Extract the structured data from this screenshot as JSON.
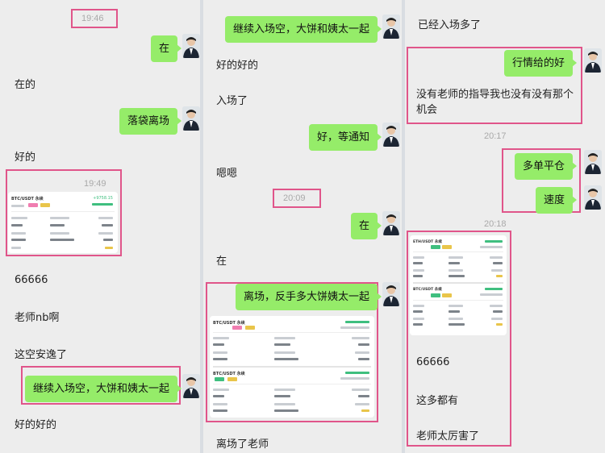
{
  "colors": {
    "highlight": "#e0558a",
    "bubble_sent": "#95ec69",
    "bubble_received": "#ffffff",
    "background": "#ededed"
  },
  "col1": {
    "time1": "19:46",
    "msg_zai": "在",
    "msg_zaide": "在的",
    "msg_luodai": "落袋离场",
    "msg_haode": "好的",
    "time2": "19:49",
    "card": {
      "pair": "BTC/USDT 永续",
      "pnl": "+9758.15"
    },
    "msg_66666": "66666",
    "msg_nb": "老师nb啊",
    "msg_kong": "这空安逸了",
    "msg_jixu": "继续入场空，大饼和姨太一起",
    "msg_haodehaode": "好的好的"
  },
  "col2": {
    "msg_jixu": "继续入场空，大饼和姨太一起",
    "msg_haodehaode": "好的好的",
    "msg_ruchang": "入场了",
    "msg_deng": "好，等通知",
    "msg_enen": "嗯嗯",
    "time": "20:09",
    "msg_zai": "在",
    "msg_zai2": "在",
    "msg_lichang": "离场，反手多大饼姨太一起",
    "card": {
      "pair1": "BTC/USDT 永续",
      "pair2": "BTC/USDT 永续"
    },
    "msg_lichangle": "离场了老师"
  },
  "col3": {
    "msg_yijing": "已经入场多了",
    "msg_hangqing": "行情给的好",
    "msg_laoshi": "没有老师的指导我也没有没有那个机会",
    "time1": "20:17",
    "msg_duodan": "多单平仓",
    "msg_sudu": "速度",
    "time2": "20:18",
    "card": {
      "pair1": "ETH/USDT 永续",
      "pair2": "BTC/USDT 永续"
    },
    "msg_66666": "66666",
    "msg_zheduo": "这多都有",
    "msg_lihai": "老师太厉害了"
  }
}
